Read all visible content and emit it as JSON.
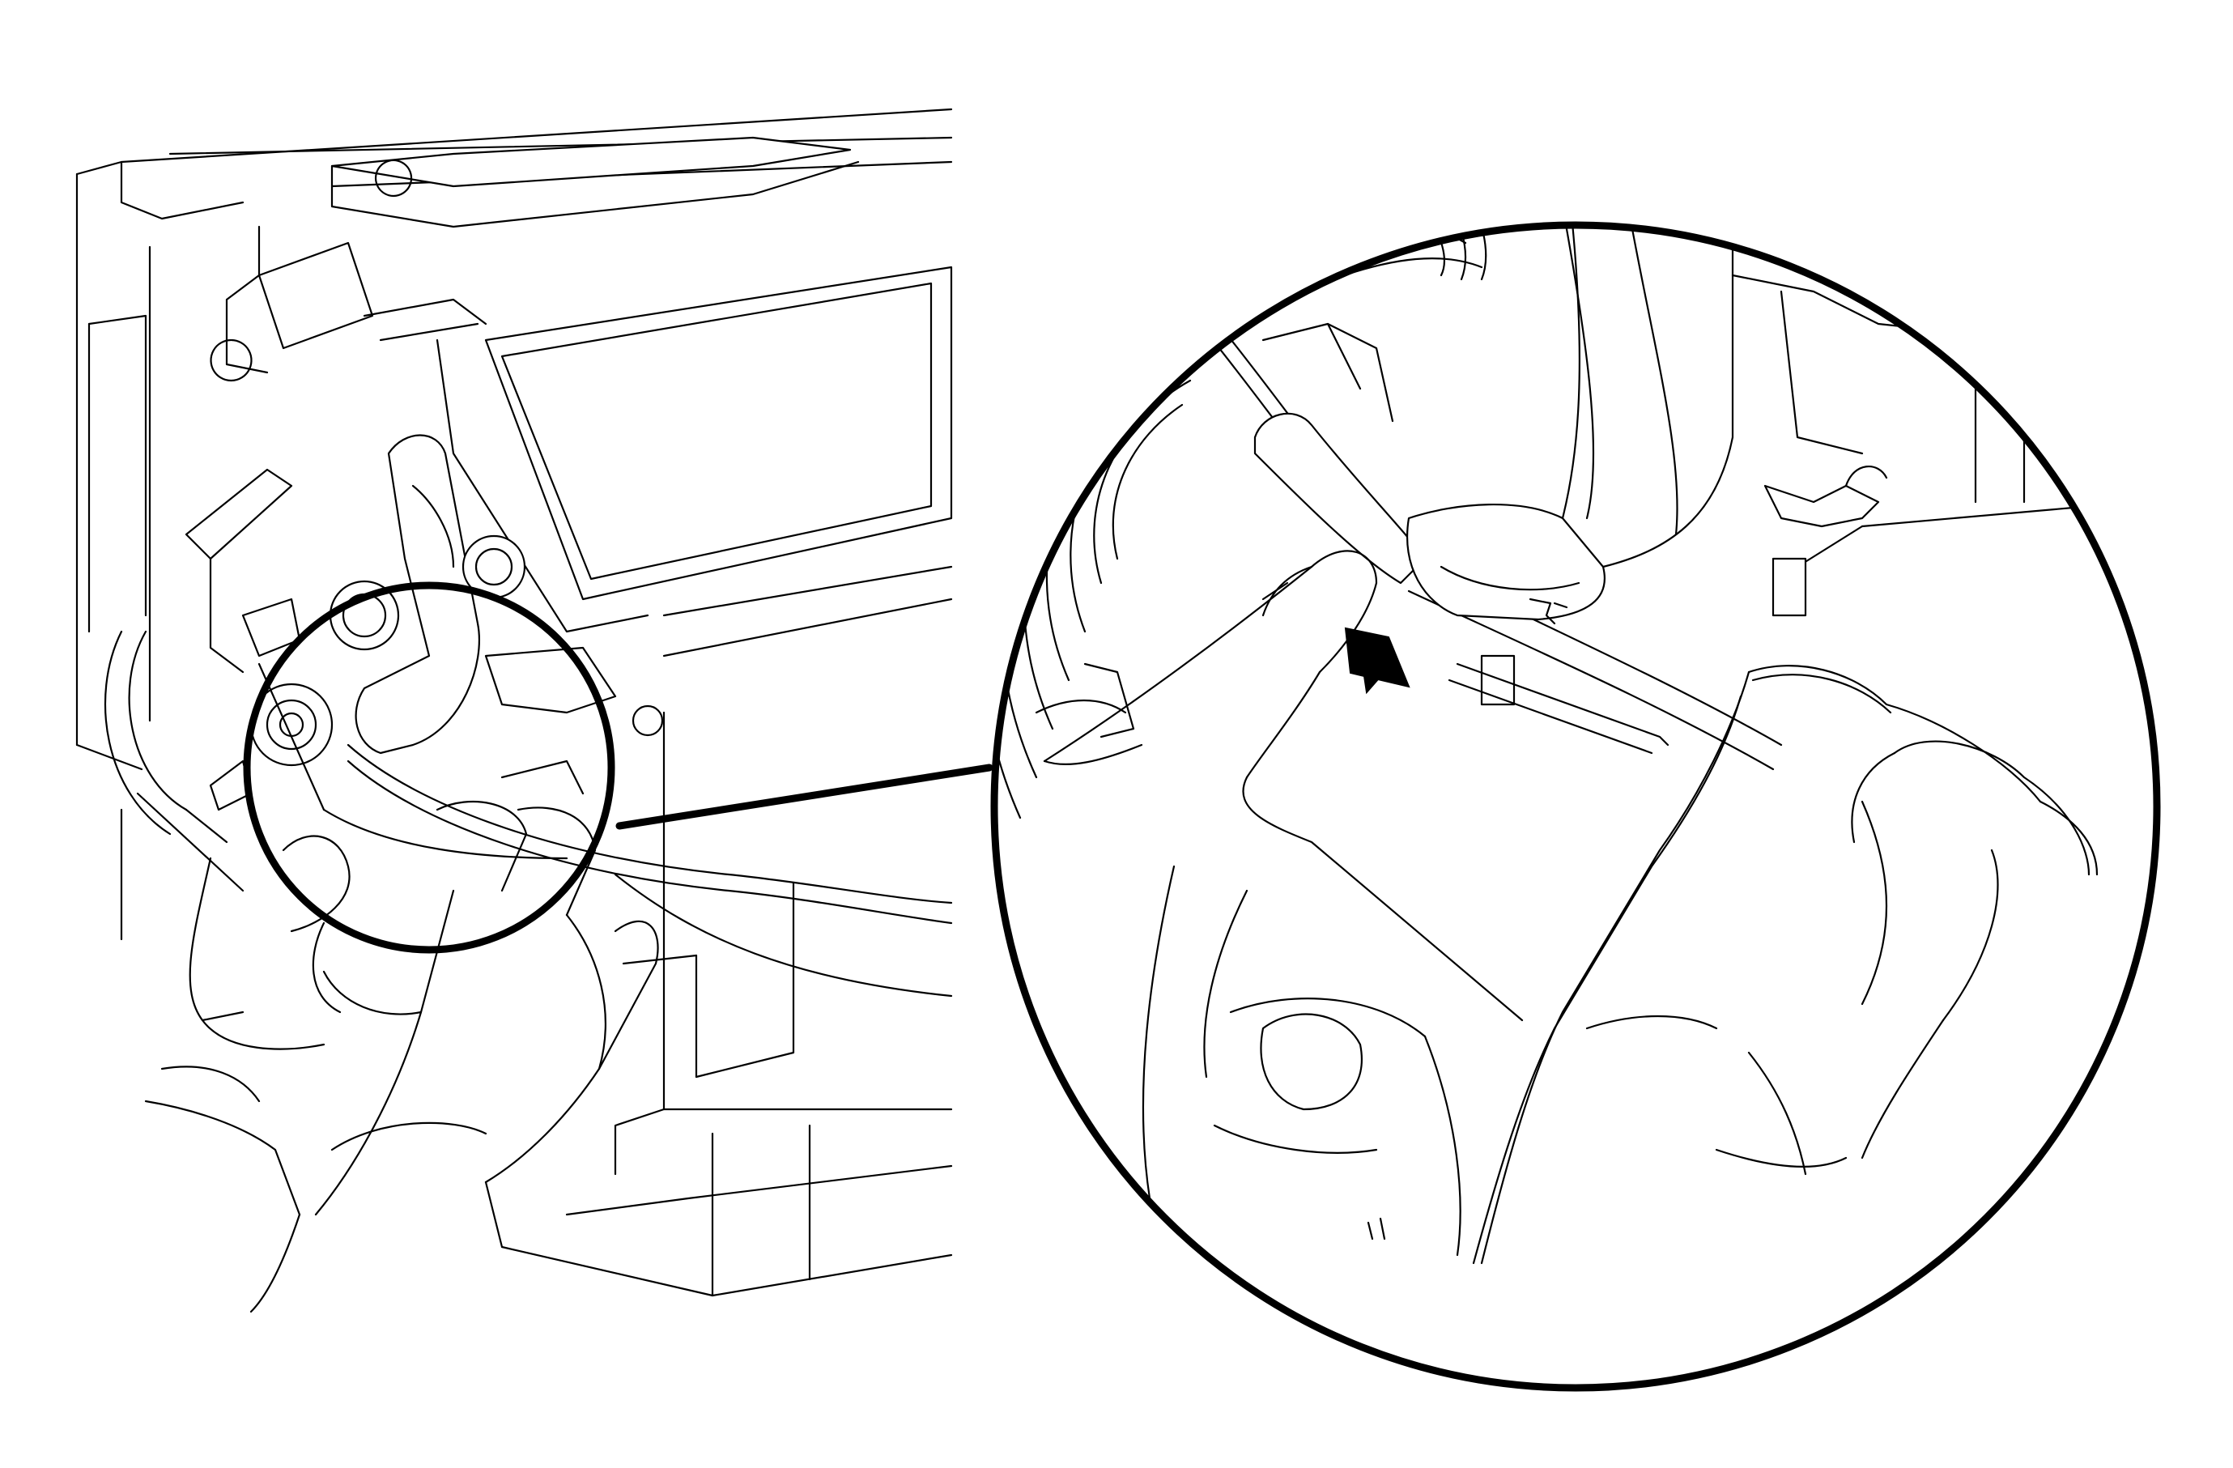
{
  "figure": {
    "type": "technical-line-illustration",
    "views": [
      "overview",
      "detail-magnified"
    ],
    "colors": {
      "line": "#000000",
      "background": "#ffffff"
    },
    "icons": [
      "direction-arrow-icon"
    ]
  }
}
